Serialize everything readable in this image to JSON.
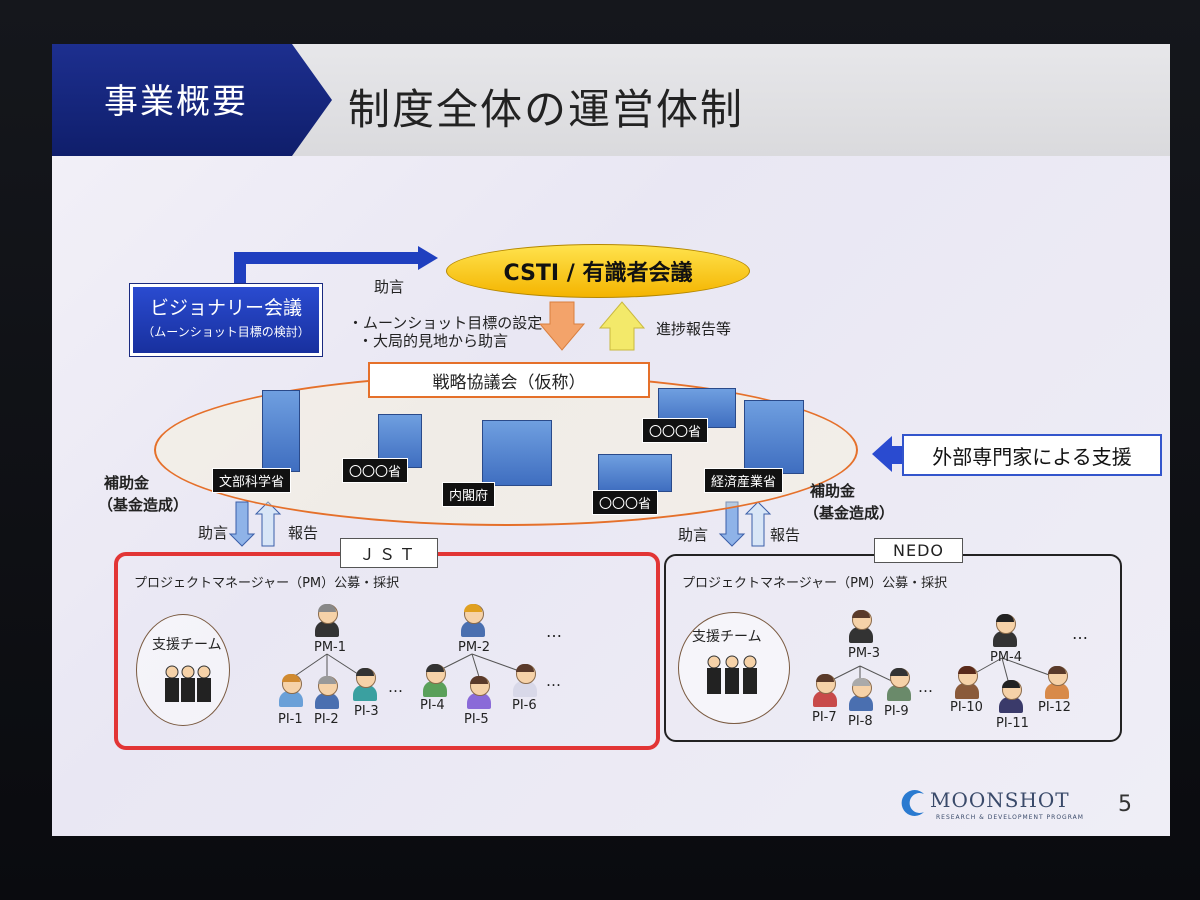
{
  "header": {
    "section": "事業概要",
    "title": "制度全体の運営体制"
  },
  "csti": "CSTI / 有識者会議",
  "visionary": {
    "title": "ビジョナリー会議",
    "subtitle": "（ムーンショット目標の検討）"
  },
  "advice_top": "助言",
  "goal_lines": [
    "・ムーンショット目標の設定",
    "・大局的見地から助言"
  ],
  "progress_report": "進捗報告等",
  "strategy_council": "戦略協議会（仮称）",
  "ministries": {
    "mext": "文部科学省",
    "cabinet": "内閣府",
    "meti": "経済産業省",
    "generic": "〇〇〇省"
  },
  "external_support": "外部専門家による支援",
  "subsidy_left": [
    "補助金",
    "（基金造成）"
  ],
  "subsidy_right": [
    "補助金",
    "（基金造成）"
  ],
  "advice_label": "助言",
  "report_label": "報告",
  "jst": {
    "tag": "ＪＳＴ",
    "pm_recruit": "プロジェクトマネージャー（PM）公募・採択",
    "team": "支援チーム",
    "pms": [
      "PM-1",
      "PM-2"
    ],
    "pis": [
      "PI-1",
      "PI-2",
      "PI-3",
      "PI-4",
      "PI-5",
      "PI-6"
    ],
    "ellipsis": "…"
  },
  "nedo": {
    "tag": "NEDO",
    "pm_recruit": "プロジェクトマネージャー（PM）公募・採択",
    "team": "支援チーム",
    "pms": [
      "PM-3",
      "PM-4"
    ],
    "pis": [
      "PI-7",
      "PI-8",
      "PI-9",
      "PI-10",
      "PI-11",
      "PI-12"
    ],
    "ellipsis": "…"
  },
  "logo": {
    "name": "MOONSHOT",
    "sub": "RESEARCH & DEVELOPMENT PROGRAM"
  },
  "page_number": "5",
  "colors": {
    "header_blue": "#1d2f8f",
    "csti_yellow": "#f4c20d",
    "jst_red": "#e23535",
    "ellipse_orange": "#e5702a"
  }
}
